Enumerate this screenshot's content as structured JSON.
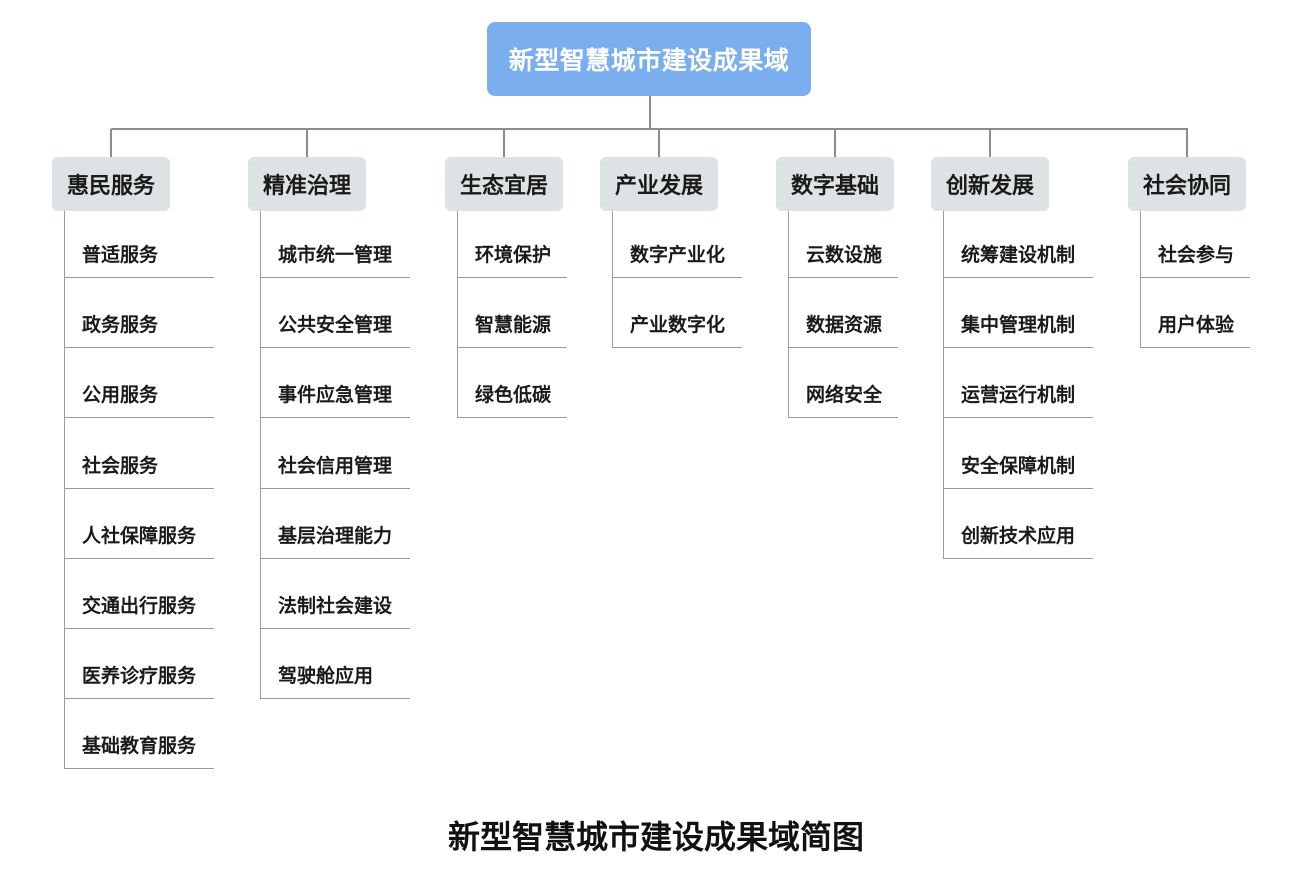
{
  "root": {
    "title": "新型智慧城市建设成果域"
  },
  "caption": "新型智慧城市建设成果域简图",
  "colors": {
    "root_fill": "#7aaeee",
    "category_fill": "#dde2e5",
    "connector": "#8c8c8c"
  },
  "categories": [
    {
      "label": "惠民服务",
      "items": [
        "普适服务",
        "政务服务",
        "公用服务",
        "社会服务",
        "人社保障服务",
        "交通出行服务",
        "医养诊疗服务",
        "基础教育服务"
      ]
    },
    {
      "label": "精准治理",
      "items": [
        "城市统一管理",
        "公共安全管理",
        "事件应急管理",
        "社会信用管理",
        "基层治理能力",
        "法制社会建设",
        "驾驶舱应用"
      ]
    },
    {
      "label": "生态宜居",
      "items": [
        "环境保护",
        "智慧能源",
        "绿色低碳"
      ]
    },
    {
      "label": "产业发展",
      "items": [
        "数字产业化",
        "产业数字化"
      ]
    },
    {
      "label": "数字基础",
      "items": [
        "云数设施",
        "数据资源",
        "网络安全"
      ]
    },
    {
      "label": "创新发展",
      "items": [
        "统筹建设机制",
        "集中管理机制",
        "运营运行机制",
        "安全保障机制",
        "创新技术应用"
      ]
    },
    {
      "label": "社会协同",
      "items": [
        "社会参与",
        "用户体验"
      ]
    }
  ]
}
